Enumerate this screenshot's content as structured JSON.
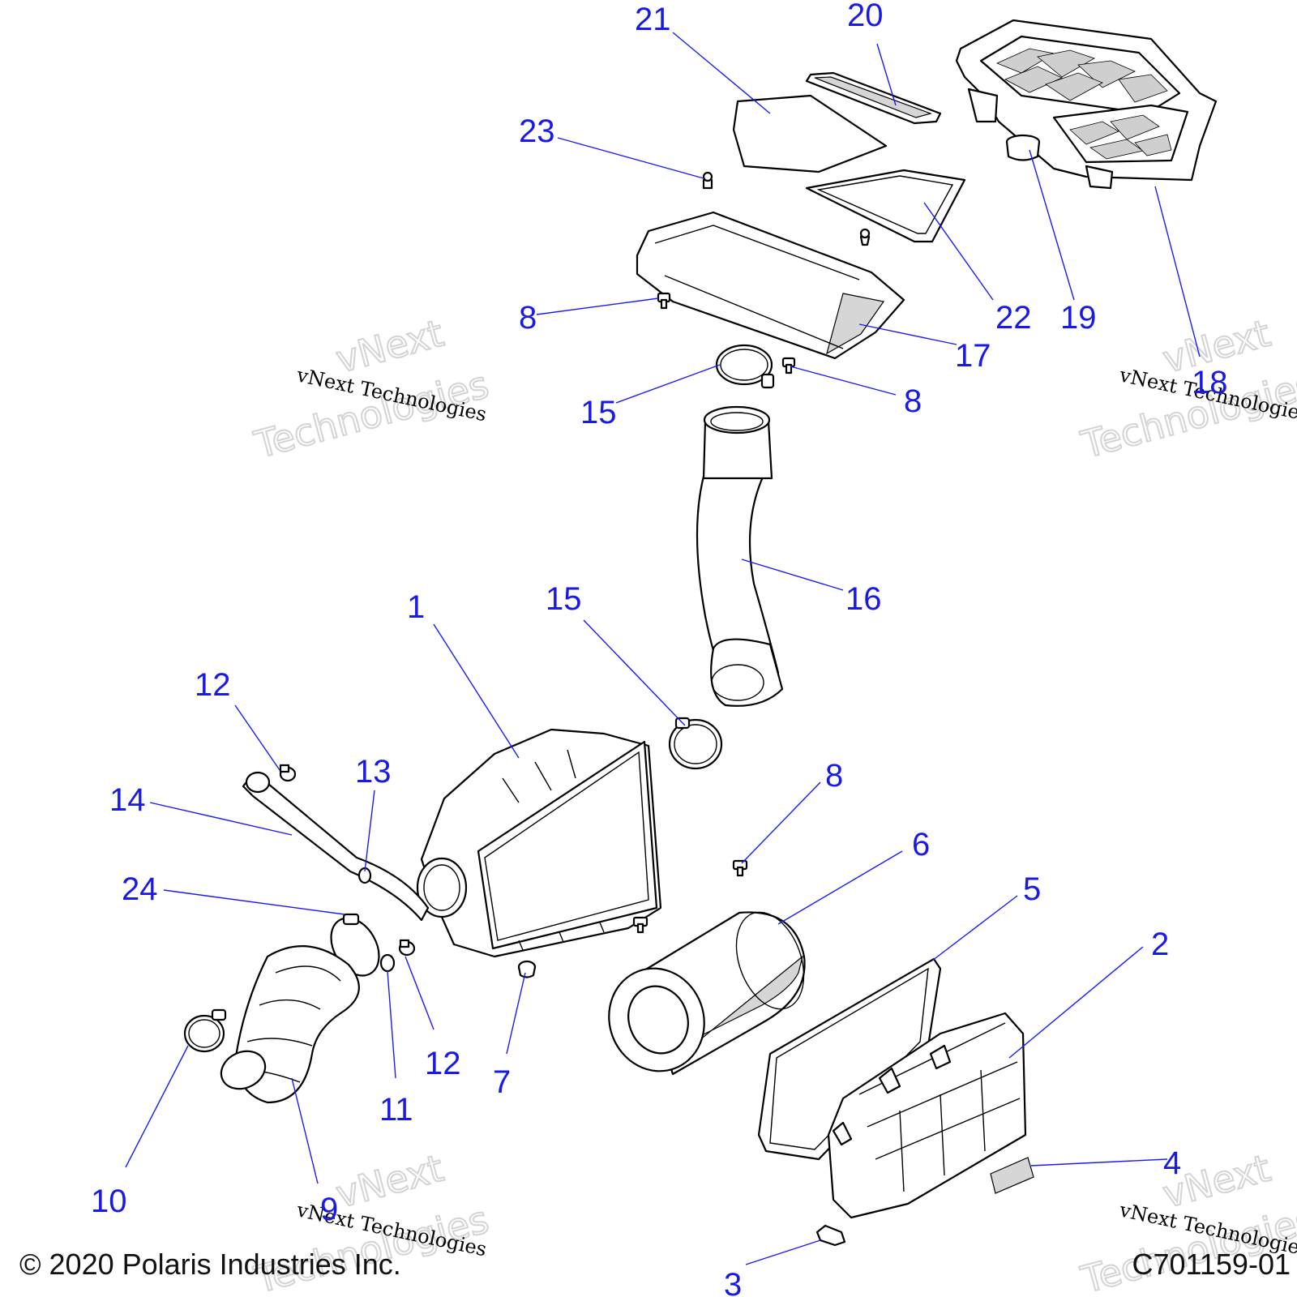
{
  "watermark": {
    "line1": "vNext",
    "line2": "Technologies",
    "caption": "vNext Technologies"
  },
  "footer": {
    "copyright": "© 2020 Polaris Industries Inc.",
    "diagram_code": "C701159-01"
  },
  "callouts": [
    "21",
    "20",
    "23",
    "8",
    "22",
    "19",
    "17",
    "18",
    "15",
    "8",
    "16",
    "1",
    "15",
    "12",
    "13",
    "8",
    "14",
    "6",
    "24",
    "5",
    "2",
    "12",
    "7",
    "11",
    "4",
    "10",
    "9",
    "3"
  ],
  "colors": {
    "callout": "#1a1ae6",
    "leader": "#1a1aff",
    "line_art": "#000000",
    "watermark": "#d4d4d4"
  }
}
